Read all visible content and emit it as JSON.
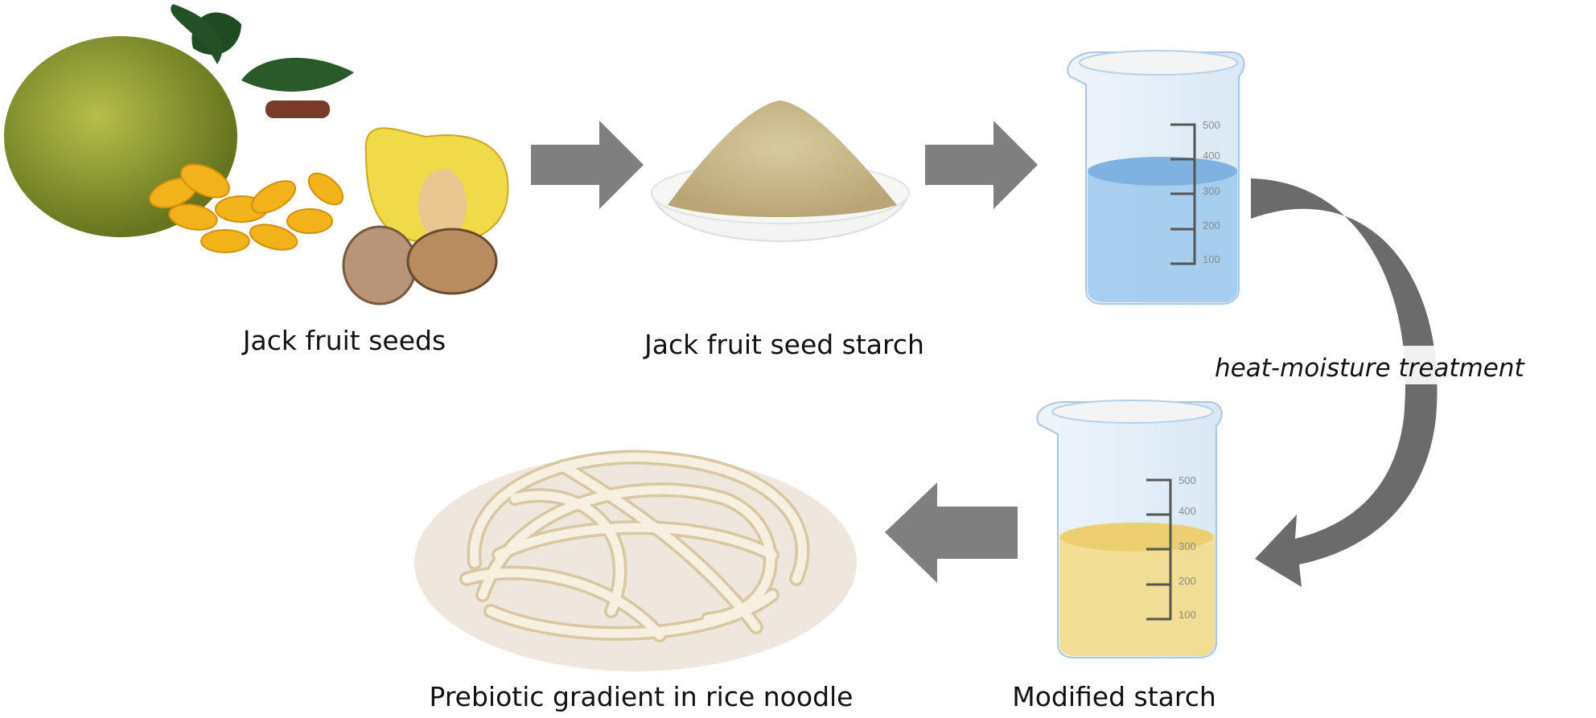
{
  "labels": {
    "seeds": "Jack fruit seeds",
    "starch": "Jack fruit seed starch",
    "treatment": "heat-moisture treatment",
    "modified": "Modified starch",
    "noodle": "Prebiotic gradient in rice noodle"
  },
  "beaker_scale": [
    "500",
    "400",
    "300",
    "200",
    "100"
  ],
  "colors": {
    "arrow": "#7f7f7f",
    "water": "#8fc0e8",
    "modified_liquid": "#f3dc8a",
    "jackfruit": "#8a9a2e",
    "powder": "#c9b98a"
  }
}
